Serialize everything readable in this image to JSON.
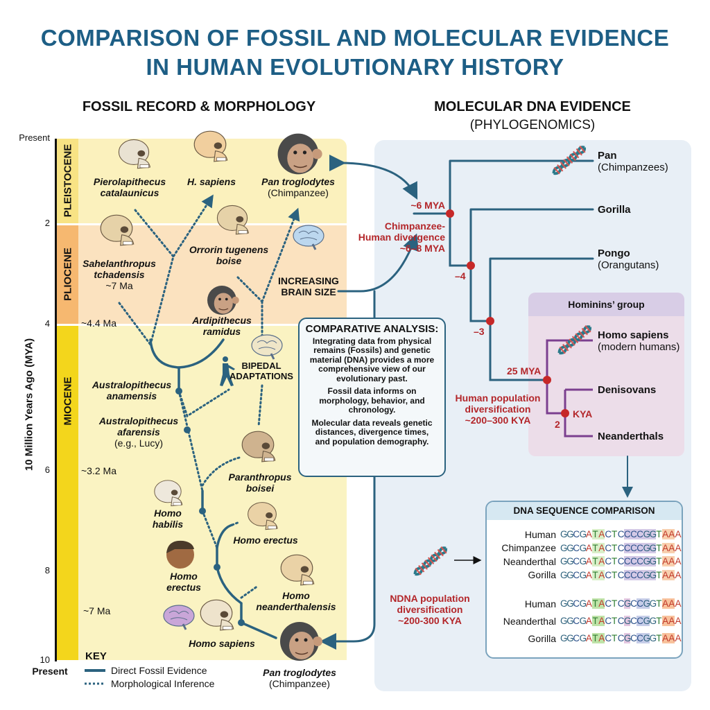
{
  "title": {
    "line1": "COMPARISON OF FOSSIL AND MOLECULAR EVIDENCE",
    "line2": "IN HUMAN EVOLUTIONARY HISTORY"
  },
  "fossil": {
    "heading": "FOSSIL RECORD & MORPHOLOGY",
    "axis": {
      "label": "10 Million Years Ago (MYA)",
      "top": "Present",
      "ticks": [
        "2",
        "4",
        "6",
        "8",
        "10"
      ],
      "bottom": "Present"
    },
    "epochs": [
      "PLEISTOCENE",
      "PLIOCENE",
      "MIOCENE"
    ],
    "ages": [
      "~4.4 Ma",
      "~3.2 Ma",
      "~7 Ma"
    ],
    "species": [
      {
        "l1": "Pierolapithecus",
        "l2": "catalaunicus"
      },
      {
        "l1": "H. sapiens"
      },
      {
        "l1": "Pan troglodytes",
        "l2": "(Chimpanzee)"
      },
      {
        "l1": "Sahelanthropus",
        "l2": "tchadensis",
        "l3": "~7 Ma"
      },
      {
        "l1": "Orrorin tugenens",
        "l2": "boise"
      },
      {
        "l1": "Ardipithecus",
        "l2": "ramidus"
      },
      {
        "l1": "Australopithecus",
        "l2": "anamensis"
      },
      {
        "l1": "Australopithecus",
        "l2": "afarensis",
        "l3": "(e.g., Lucy)"
      },
      {
        "l1": "Paranthropus",
        "l2": "boisei"
      },
      {
        "l1": "Homo",
        "l2": "habilis"
      },
      {
        "l1": "Homo erectus"
      },
      {
        "l1": "Homo",
        "l2": "erectus"
      },
      {
        "l1": "Homo",
        "l2": "neanderthalensis"
      },
      {
        "l1": "Homo sapiens"
      },
      {
        "l1": "Pan troglodytes",
        "l2": "(Chimpanzee)"
      }
    ],
    "brain_label": {
      "l1": "INCREASING",
      "l2": "BRAIN SIZE"
    },
    "bipedal_label": {
      "l1": "BIPEDAL",
      "l2": "ADAPTATIONS"
    },
    "key": {
      "title": "KEY",
      "solid": "Direct Fossil Evidence",
      "dotted": "Morphological Inference"
    }
  },
  "analysis": {
    "title": "COMPARATIVE ANALYSIS:",
    "p1": "Integrating data from physical remains (Fossils) and genetic material (DNA) provides a more comprehensive view of our evolutionary past.",
    "p2": "Fossil data informs on morphology, behavior, and chronology.",
    "p3": "Molecular data reveals genetic distances, divergence times, and population demography."
  },
  "molecular": {
    "heading": "MOLECULAR DNA EVIDENCE",
    "subheading": "(PHYLOGENOMICS)",
    "taxa": [
      {
        "name": "Pan",
        "common": "(Chimpanzees)"
      },
      {
        "name": "Gorilla"
      },
      {
        "name": "Pongo",
        "common": "(Orangutans)"
      },
      {
        "name": "Homo sapiens",
        "common": "(modern humans)"
      },
      {
        "name": "Denisovans"
      },
      {
        "name": "Neanderthals"
      }
    ],
    "group_label": "Hominins’ group",
    "nodes": {
      "n1": "~6 MYA",
      "div1": "Chimpanzee-",
      "div2": "Human divergence",
      "div3": "~6–8 MYA",
      "n2": "–4",
      "n3": "–3",
      "n4": "25 MYA",
      "pop1": "Human population",
      "pop2": "diversification",
      "pop3": "~200–300 KYA",
      "n5": "KYA",
      "n5b": "2"
    },
    "dna_note": {
      "l1": "NDNA population",
      "l2": "diversification",
      "l3": "~200-300 KYA"
    },
    "seq": {
      "title": "DNA SEQUENCE COMPARISON",
      "top": [
        {
          "name": "Human",
          "seq": "GGCGATACTCCCCGGTAAATC"
        },
        {
          "name": "Chimpanzee",
          "seq": "GGCGATACTCCCCGGTAAATC"
        },
        {
          "name": "Neanderthal",
          "seq": "GGCGATACTCCCCGGTAAATC"
        },
        {
          "name": "Gorilla",
          "seq": "GGCGATACTCCCCGGTAAATC"
        }
      ],
      "bottom": [
        {
          "name": "Human",
          "seq": "GGCGATACTCGCCGGTAAATC"
        },
        {
          "name": "Neanderthal",
          "seq": "GGCGATACTCGCCGGTAAATC"
        },
        {
          "name": "Gorilla",
          "seq": "GGCGATACTCGCCGGTAAATC"
        }
      ],
      "highlights_top": [
        {
          "from": 5,
          "to": 6,
          "color": "#d9efc8"
        },
        {
          "from": 10,
          "to": 14,
          "color": "#d3c9e6"
        },
        {
          "from": 16,
          "to": 17,
          "color": "#f8cfae"
        }
      ],
      "highlights_bottom": [
        {
          "from": 5,
          "to": 6,
          "color": "#bfe3a8"
        },
        {
          "from": 10,
          "to": 10,
          "color": "#e3c6e0"
        },
        {
          "from": 12,
          "to": 13,
          "color": "#c6cde8"
        },
        {
          "from": 16,
          "to": 17,
          "color": "#f8c29c"
        }
      ]
    }
  },
  "colors": {
    "title": "#1d5e85",
    "tree": "#2b627f",
    "node": "#c62828",
    "hominin": "#7b3f8f",
    "annotation": "#b3262a",
    "panel_right": "#e8eff6",
    "pleistocene": "#fbf1bd",
    "pliocene": "#fbe2bf",
    "miocene": "#faf3c2"
  }
}
